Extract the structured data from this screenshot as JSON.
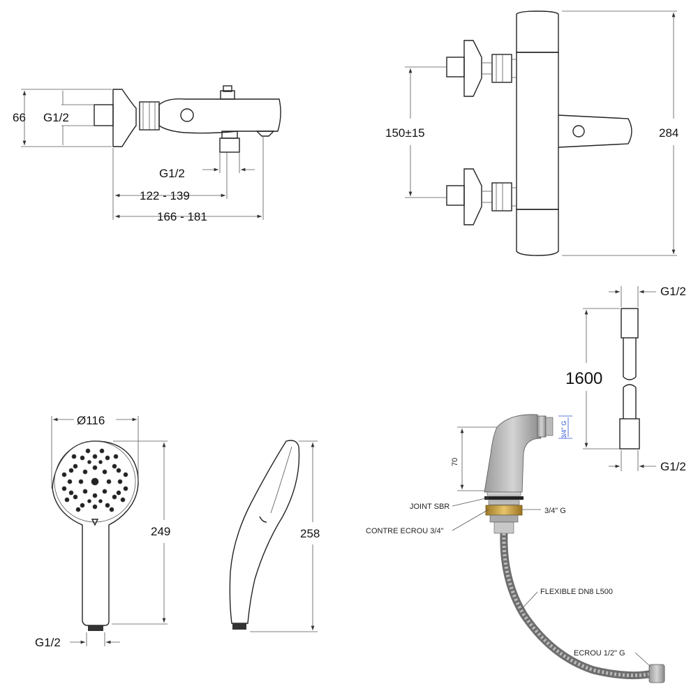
{
  "views": {
    "side": {
      "height": "66",
      "inlet_thread": "G1/2",
      "outlet_thread": "G1/2",
      "depth_range_1": "122 - 139",
      "depth_range_2": "166 - 181"
    },
    "front": {
      "inlet_spacing": "150±15",
      "total_width": "284"
    },
    "hose": {
      "top_thread": "G1/2",
      "length": "1600",
      "bottom_thread": "G1/2"
    },
    "handshower_front": {
      "diameter": "Ø116",
      "length": "249",
      "thread": "G1/2"
    },
    "handshower_side": {
      "length": "258"
    },
    "fitting": {
      "height": "70",
      "top_thread": "3/4\" G",
      "joint": "JOINT SBR",
      "nut": "CONTRE ECROU 3/4\"",
      "body_thread": "3/4\" G",
      "flexible": "FLEXIBLE DN8 L500",
      "end_nut": "ECROU 1/2\" G"
    }
  }
}
